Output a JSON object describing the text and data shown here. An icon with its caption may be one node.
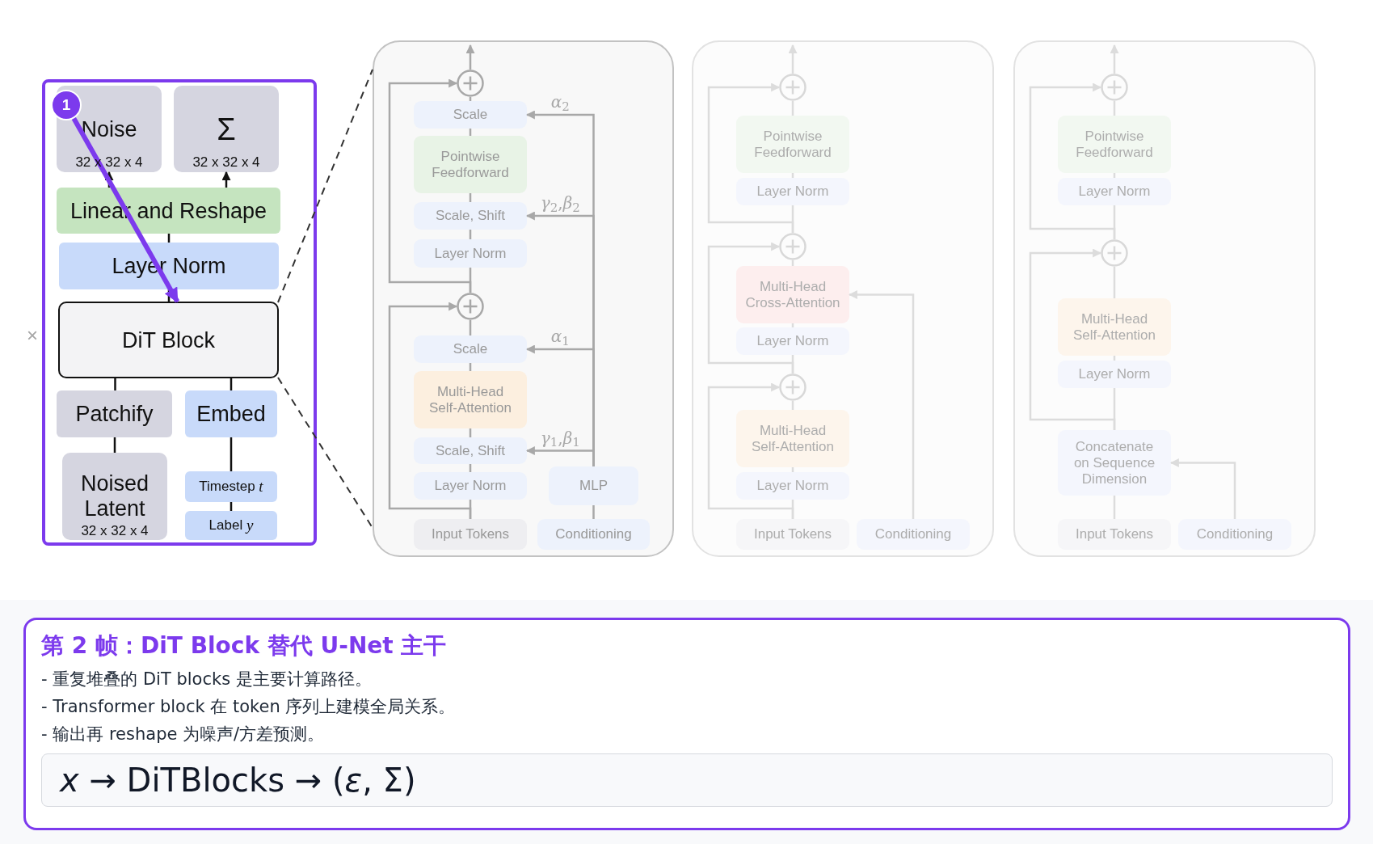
{
  "diagram": {
    "nodes": [
      {
        "text": [],
        "shape": "box"
      },
      {
        "text": [
          "1"
        ],
        "in": 0
      },
      {
        "text": [
          "Noise",
          "32 x 32 x 4"
        ],
        "in": 0
      },
      {
        "text": [
          "Σ",
          "32 x 32 x 4"
        ],
        "in": 0
      },
      {
        "text": [
          "Linear and Reshape"
        ],
        "in": 0
      },
      {
        "text": [
          "Layer Norm"
        ],
        "in": 0
      },
      {
        "text": [
          "DiT Block"
        ],
        "in": 0
      },
      {
        "text": [
          "Patchify"
        ],
        "in": 0
      },
      {
        "text": [
          "Embed"
        ],
        "in": 0
      },
      {
        "text": [
          "Noised Latent",
          "32 x 32 x 4"
        ],
        "in": 0
      },
      {
        "text": [
          "Timestep *t*"
        ],
        "in": 0
      },
      {
        "text": [
          "Label *y*"
        ],
        "in": 0
      },
      {
        "text": [],
        "shape": "box"
      },
      {
        "text": [],
        "shape": "circle",
        "in": 12
      },
      {
        "text": [
          "Scale"
        ],
        "in": 12
      },
      {
        "text": [
          "Pointwise Feedforward"
        ],
        "in": 12
      },
      {
        "text": [
          "Scale, Shift"
        ],
        "in": 12
      },
      {
        "text": [
          "Layer Norm"
        ],
        "in": 12
      },
      {
        "text": [],
        "shape": "circle",
        "in": 12
      },
      {
        "text": [
          "Scale"
        ],
        "in": 12
      },
      {
        "text": [
          "Multi-Head Self-Attention"
        ],
        "in": 12
      },
      {
        "text": [
          "Scale, Shift"
        ],
        "in": 12
      },
      {
        "text": [
          "Layer Norm"
        ],
        "in": 12
      },
      {
        "text": [
          "MLP"
        ],
        "in": 12
      },
      {
        "text": [
          "Input Tokens"
        ],
        "in": 12
      },
      {
        "text": [
          "Conditioning"
        ],
        "in": 12
      },
      {
        "text": [],
        "shape": "box"
      },
      {
        "text": [],
        "shape": "circle",
        "in": 26
      },
      {
        "text": [
          "Pointwise Feedforward"
        ],
        "in": 26
      },
      {
        "text": [
          "Layer Norm"
        ],
        "in": 26
      },
      {
        "text": [],
        "shape": "circle",
        "in": 26
      },
      {
        "text": [
          "Multi-Head Cross-Attention"
        ],
        "in": 26
      },
      {
        "text": [
          "Layer Norm"
        ],
        "in": 26
      },
      {
        "text": [],
        "shape": "circle",
        "in": 26
      },
      {
        "text": [
          "Multi-Head Self-Attention"
        ],
        "in": 26
      },
      {
        "text": [
          "Layer Norm"
        ],
        "in": 26
      },
      {
        "text": [
          "Input Tokens"
        ],
        "in": 26
      },
      {
        "text": [
          "Conditioning"
        ],
        "in": 26
      },
      {
        "text": [],
        "shape": "box"
      },
      {
        "text": [],
        "shape": "circle",
        "in": 38
      },
      {
        "text": [
          "Pointwise Feedforward"
        ],
        "in": 38
      },
      {
        "text": [
          "Layer Norm"
        ],
        "in": 38
      },
      {
        "text": [],
        "shape": "circle",
        "in": 38
      },
      {
        "text": [
          "Multi-Head Self-Attention"
        ],
        "in": 38
      },
      {
        "text": [
          "Layer Norm"
        ],
        "in": 38
      },
      {
        "text": [
          "Concatenate on Sequence Dimension"
        ],
        "in": 38
      },
      {
        "text": [
          "Input Tokens"
        ],
        "in": 38
      },
      {
        "text": [
          "Conditioning"
        ],
        "in": 38
      },
      {
        "text": [
          "第 2 帧：DiT Block 替代 U-Net 主干",
          "- 重复堆叠的 DiT blocks 是主要计算路径。",
          "- Transformer block 在 token 序列上建模全局关系。",
          "- 输出再 reshape 为噪声/方差预测。"
        ]
      },
      {
        "text": [
          "*x* → DiTBlocks → (*ε*, Σ)"
        ],
        "in": 48
      }
    ],
    "edges": [
      {
        "from": 9,
        "to": 7,
        "arrow": "none",
        "color": "#111111"
      },
      {
        "from": 7,
        "to": 6,
        "arrow": "none",
        "color": "#111111"
      },
      {
        "from": 11,
        "to": 10,
        "arrow": "none",
        "color": "#111111"
      },
      {
        "from": 10,
        "to": 8,
        "arrow": "none",
        "color": "#111111"
      },
      {
        "from": 8,
        "to": 6,
        "arrow": "none",
        "color": "#111111"
      },
      {
        "from": 6,
        "to": 5,
        "arrow": "none",
        "color": "#111111"
      },
      {
        "from": 5,
        "to": 4,
        "arrow": "none",
        "color": "#111111"
      },
      {
        "from": 4,
        "to": 2,
        "arrow": "to",
        "color": "#111111"
      },
      {
        "from": 4,
        "to": 3,
        "arrow": "to",
        "color": "#111111"
      },
      {
        "from": 1,
        "to": 6,
        "arrow": "to",
        "style": "thick",
        "color": "#7c3aed"
      },
      {
        "from": 6,
        "to": 12,
        "arrow": "none",
        "style": "dashed",
        "color": "#333333"
      },
      {
        "from": 6,
        "to": 12,
        "arrow": "none",
        "style": "dashed",
        "color": "#333333"
      },
      {
        "from": 24,
        "to": 22,
        "arrow": "none",
        "color": "#a8a8a8"
      },
      {
        "from": 22,
        "to": 21,
        "arrow": "none",
        "color": "#a8a8a8"
      },
      {
        "from": 21,
        "to": 20,
        "arrow": "none",
        "color": "#a8a8a8"
      },
      {
        "from": 20,
        "to": 19,
        "arrow": "none",
        "color": "#a8a8a8"
      },
      {
        "from": 19,
        "to": 18,
        "arrow": "none",
        "color": "#a8a8a8"
      },
      {
        "from": 18,
        "to": 17,
        "arrow": "none",
        "color": "#a8a8a8"
      },
      {
        "from": 17,
        "to": 16,
        "arrow": "none",
        "color": "#a8a8a8"
      },
      {
        "from": 16,
        "to": 15,
        "arrow": "none",
        "color": "#a8a8a8"
      },
      {
        "from": 15,
        "to": 14,
        "arrow": "none",
        "color": "#a8a8a8"
      },
      {
        "from": 14,
        "to": 13,
        "arrow": "none",
        "color": "#a8a8a8"
      },
      {
        "from": 13,
        "to": null,
        "arrow": "to",
        "color": "#a8a8a8"
      },
      {
        "from": 25,
        "to": 23,
        "arrow": "none",
        "color": "#a8a8a8"
      },
      {
        "from": 23,
        "to": 14,
        "arrow": "to",
        "label": "*α*$_{2}$",
        "color": "#a8a8a8"
      },
      {
        "from": 23,
        "to": 16,
        "arrow": "to",
        "label": "*γ*$_{2}$,*β*$_{2}$",
        "color": "#a8a8a8"
      },
      {
        "from": 23,
        "to": 19,
        "arrow": "to",
        "label": "*α*$_{1}$",
        "color": "#a8a8a8"
      },
      {
        "from": 23,
        "to": 21,
        "arrow": "to",
        "label": "*γ*$_{1}$,*β*$_{1}$",
        "color": "#a8a8a8"
      },
      {
        "from": 24,
        "to": 18,
        "arrow": "to",
        "color": "#a8a8a8"
      },
      {
        "from": 18,
        "to": 13,
        "arrow": "to",
        "color": "#a8a8a8"
      },
      {
        "from": 36,
        "to": 35,
        "arrow": "none"
      },
      {
        "from": 35,
        "to": 34,
        "arrow": "none"
      },
      {
        "from": 34,
        "to": 33,
        "arrow": "none"
      },
      {
        "from": 33,
        "to": 32,
        "arrow": "none"
      },
      {
        "from": 32,
        "to": 31,
        "arrow": "none"
      },
      {
        "from": 31,
        "to": 30,
        "arrow": "none"
      },
      {
        "from": 30,
        "to": 29,
        "arrow": "none"
      },
      {
        "from": 29,
        "to": 28,
        "arrow": "none"
      },
      {
        "from": 28,
        "to": 27,
        "arrow": "none"
      },
      {
        "from": 27,
        "to": null,
        "arrow": "to"
      },
      {
        "from": 37,
        "to": 31,
        "arrow": "to"
      },
      {
        "from": 36,
        "to": 33,
        "arrow": "to"
      },
      {
        "from": 33,
        "to": 30,
        "arrow": "to"
      },
      {
        "from": 30,
        "to": 27,
        "arrow": "to"
      },
      {
        "from": 46,
        "to": 45,
        "arrow": "none"
      },
      {
        "from": 45,
        "to": 44,
        "arrow": "none"
      },
      {
        "from": 44,
        "to": 43,
        "arrow": "none"
      },
      {
        "from": 43,
        "to": 42,
        "arrow": "none"
      },
      {
        "from": 42,
        "to": 41,
        "arrow": "none"
      },
      {
        "from": 41,
        "to": 40,
        "arrow": "none"
      },
      {
        "from": 40,
        "to": 39,
        "arrow": "none"
      },
      {
        "from": 39,
        "to": null,
        "arrow": "to"
      },
      {
        "from": 47,
        "to": 45,
        "arrow": "to"
      },
      {
        "from": 45,
        "to": 42,
        "arrow": "to"
      },
      {
        "from": 42,
        "to": 39,
        "arrow": "to"
      }
    ],
    "labels": [
      "×"
    ]
  }
}
